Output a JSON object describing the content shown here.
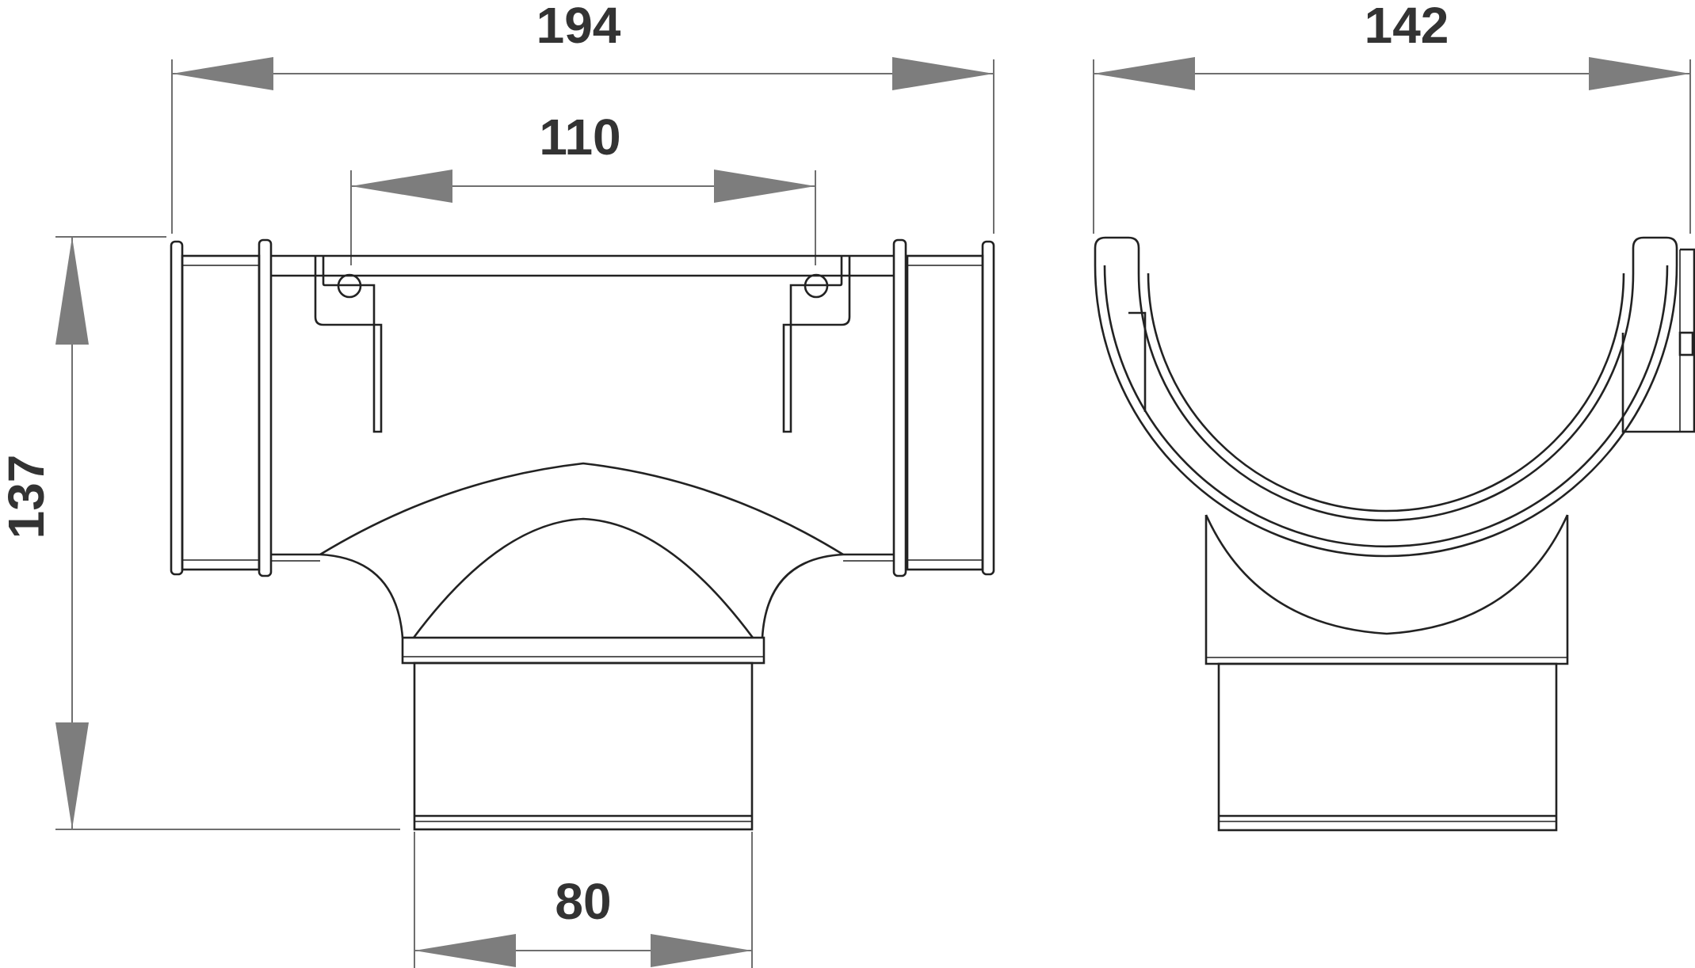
{
  "dimensions": {
    "front_width": "194",
    "spigot_spacing": "110",
    "outlet_width": "80",
    "height": "137",
    "side_width": "142"
  },
  "colors": {
    "line": "#222222",
    "dim_line": "#6f6f6f",
    "arrow": "#7d7d7d",
    "text": "#333333",
    "background": "#ffffff"
  }
}
